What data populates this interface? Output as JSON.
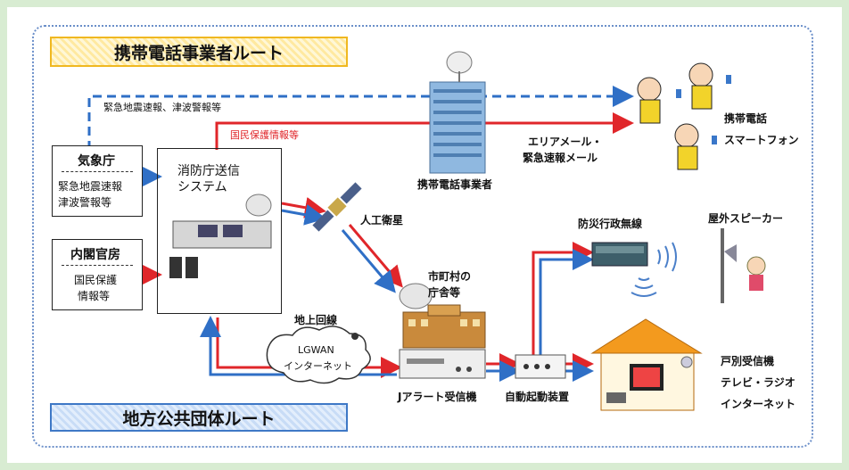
{
  "routes": {
    "mobile": "携帯電話事業者ルート",
    "local": "地方公共団体ルート"
  },
  "jma": {
    "title": "気象庁",
    "items": [
      "緊急地震速報",
      "津波警報等"
    ]
  },
  "cabinet": {
    "title": "内閣官房",
    "items": [
      "国民保護",
      "情報等"
    ]
  },
  "fdma": {
    "line1": "消防庁送信",
    "line2": "システム"
  },
  "labels": {
    "quake_tsunami": "緊急地震速報、津波警報等",
    "civil_protection": "国民保護情報等",
    "carrier": "携帯電話事業者",
    "area_mail_1": "エリアメール・",
    "area_mail_2": "緊急速報メール",
    "mobile_phone": "携帯電話",
    "smartphone": "スマートフォン",
    "satellite": "人工衛星",
    "municipal_1": "市町村の",
    "municipal_2": "庁舎等",
    "ground_line": "地上回線",
    "lgwan_1": "LGWAN",
    "lgwan_2": "インターネット",
    "jalert": "Jアラート受信機",
    "auto_start": "自動起動装置",
    "disaster_radio": "防災行政無線",
    "outdoor_speaker": "屋外スピーカー",
    "home_receiver": "戸別受信機",
    "tv_radio": "テレビ・ラジオ",
    "internet": "インターネット"
  },
  "colors": {
    "red": "#e0262a",
    "blue": "#2f6fc6",
    "route_top_border": "#f0b820",
    "route_bot_border": "#3e78c6"
  }
}
